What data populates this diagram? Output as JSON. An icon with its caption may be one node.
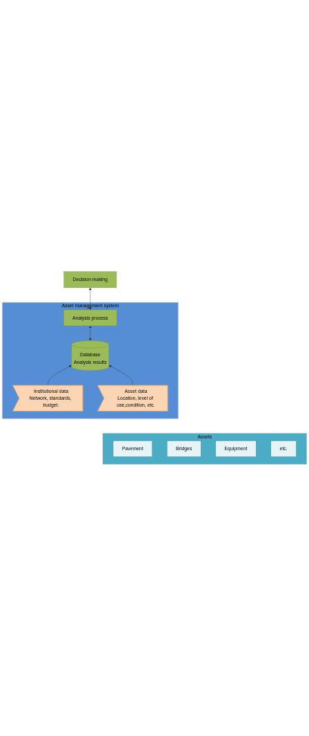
{
  "diagram": {
    "nodes": [
      {
        "text": [
          "Decision making"
        ]
      },
      {
        "text": [
          "Asset management system"
        ]
      },
      {
        "text": [
          "Analysis process"
        ],
        "in": 1
      },
      {
        "text": [
          "Database",
          "Analysis results"
        ],
        "in": 1
      },
      {
        "text": [
          "Institutional data",
          "Network, standards, budget."
        ],
        "in": 1
      },
      {
        "text": [
          "Asset data",
          "Location, level of use,condition, etc."
        ],
        "in": 1
      },
      {
        "text": [
          "Assets"
        ]
      },
      {
        "text": [
          "Pavement"
        ],
        "in": 6
      },
      {
        "text": [
          "Bridges"
        ],
        "in": 6
      },
      {
        "text": [
          "Equipment"
        ],
        "in": 6
      },
      {
        "text": [
          "etc."
        ],
        "in": 6
      }
    ],
    "edges": [
      {
        "from": 2,
        "to": 0,
        "arrow": "both"
      },
      {
        "from": 3,
        "to": 2,
        "arrow": "both"
      },
      {
        "from": 4,
        "to": 3,
        "arrow": "to"
      },
      {
        "from": 5,
        "to": 3,
        "arrow": "to"
      }
    ]
  }
}
